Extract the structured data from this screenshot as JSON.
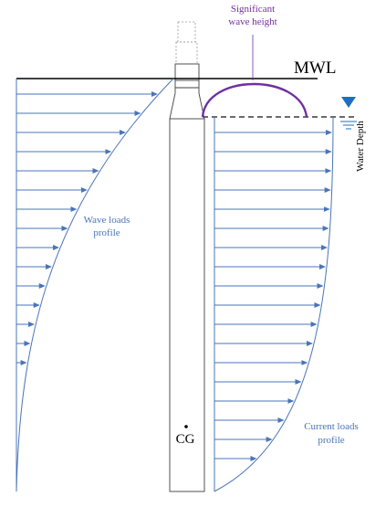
{
  "labels": {
    "significant_wave_height_line1": "Significant",
    "significant_wave_height_line2": "wave height",
    "mwl": "MWL",
    "water_depth": "Water Depth",
    "wave_loads_line1": "Wave loads",
    "wave_loads_line2": "profile",
    "current_loads_line1": "Current loads",
    "current_loads_line2": "profile",
    "cg": "CG"
  },
  "colors": {
    "arrow_blue": "#4a74b8",
    "label_blue": "#4a74b8",
    "wave_purple": "#7030a0",
    "water_marker": "#1f6fbf",
    "structure": "#404040",
    "mwl_line": "#000000",
    "water_line": "#555555"
  }
}
